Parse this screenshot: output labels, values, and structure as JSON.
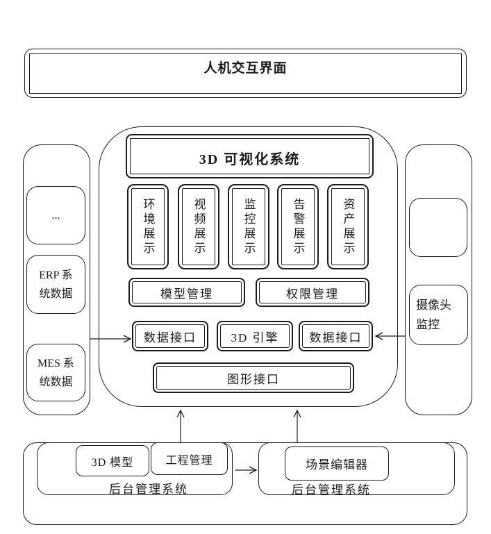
{
  "colors": {
    "line": "#1a1a1a",
    "background": "#ffffff"
  },
  "top_banner": {
    "title": "人机交互界面"
  },
  "center_panel": {
    "title": "3D 可视化系统",
    "display_modules": [
      "环境展示",
      "视频展示",
      "监控展示",
      "告警展示",
      "资产展示"
    ],
    "management_modules": {
      "model": "模型管理",
      "permission": "权限管理"
    },
    "interface_row": {
      "data_left": "数据接口",
      "engine": "3D 引擎",
      "data_right": "数据接口"
    },
    "graphics_interface": "图形接口"
  },
  "left_panel": {
    "more_label": "...",
    "erp_label": "ERP 系\n统数据",
    "mes_label": "MES 系\n统数据"
  },
  "right_panel": {
    "camera_label": "摄像头\n监控"
  },
  "bottom_section": {
    "left_system": {
      "module_1": "3D 模型",
      "module_2": "工程管理",
      "label": "后台管理系统"
    },
    "right_system": {
      "module_1": "场景编辑器",
      "label": "后台管理系统"
    }
  }
}
